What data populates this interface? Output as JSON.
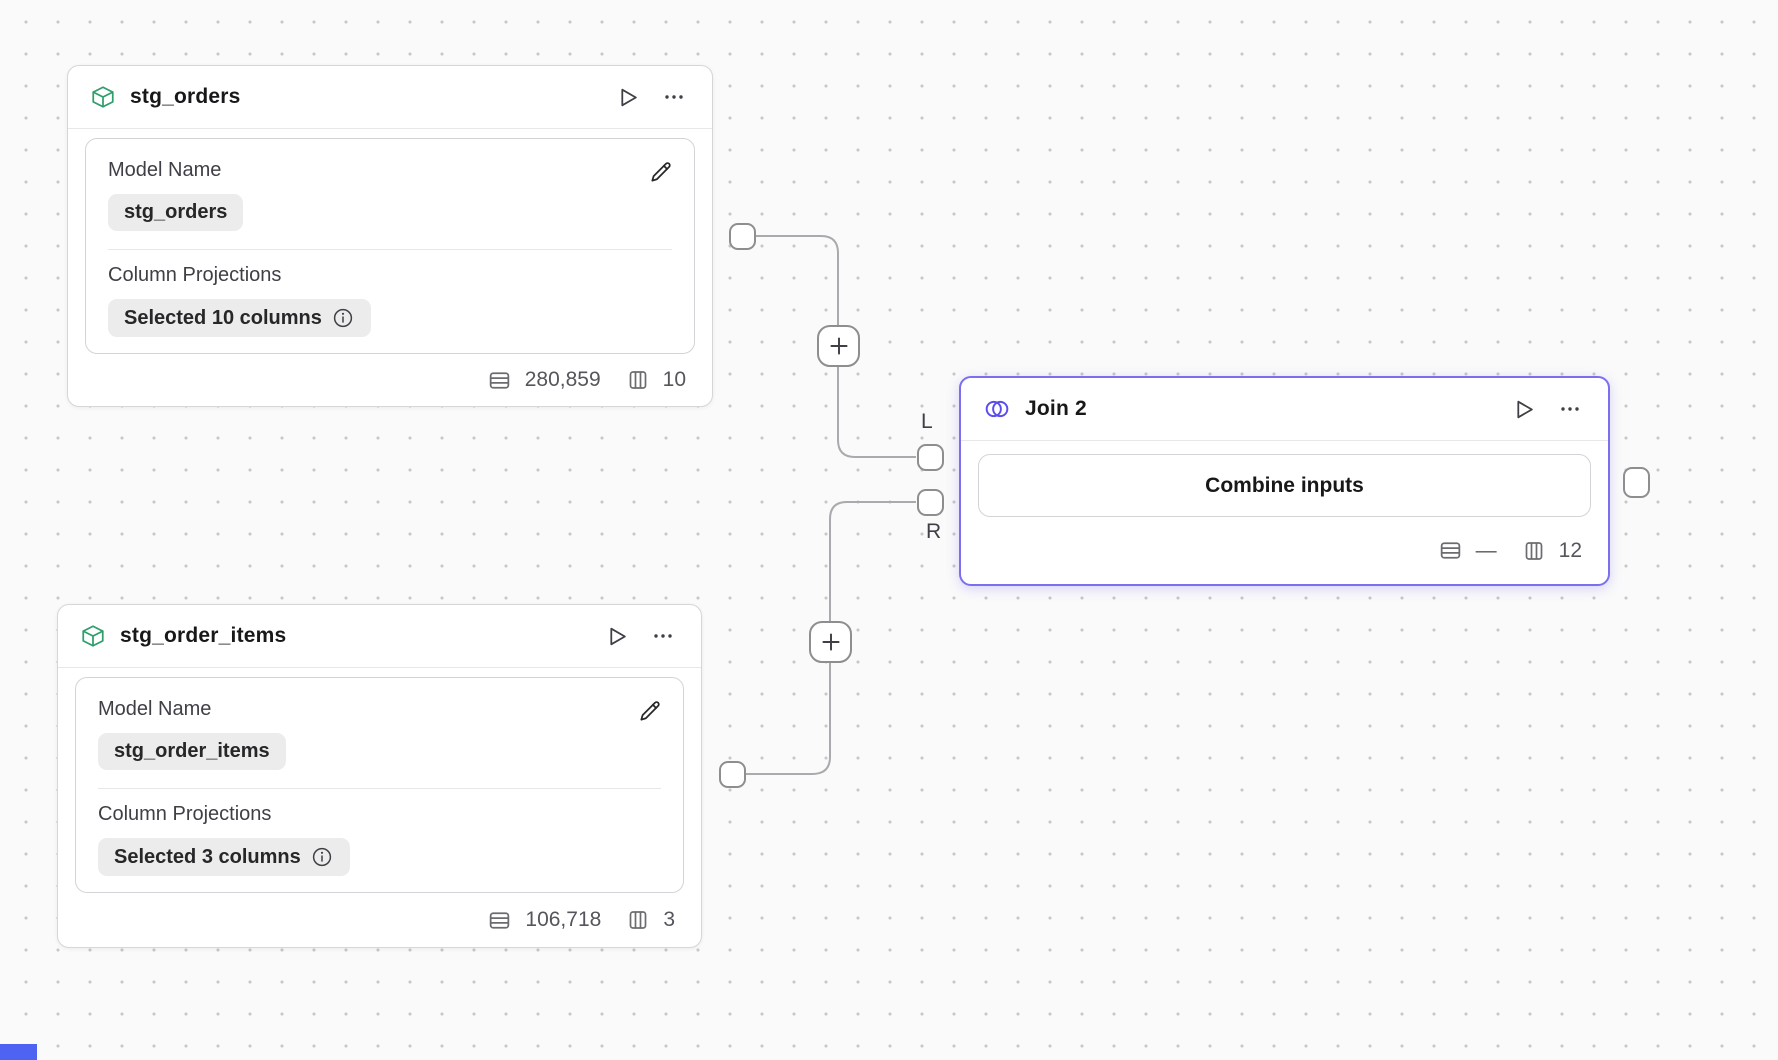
{
  "canvas": {
    "background": "#fafafa",
    "dot_color": "#c9c9c9"
  },
  "colors": {
    "node_border": "#d6d6d6",
    "join_accent": "#7b6ff0",
    "model_icon_green": "#2e9e6a",
    "join_icon_indigo": "#5a4df0",
    "edge_gray": "#aaaaae",
    "fragment_blue": "#4f63f2"
  },
  "nodes": {
    "stg_orders": {
      "title": "stg_orders",
      "model_name_label": "Model Name",
      "model_name_value": "stg_orders",
      "column_projections_label": "Column Projections",
      "column_projections_value": "Selected 10 columns",
      "row_count": "280,859",
      "column_count": "10"
    },
    "stg_order_items": {
      "title": "stg_order_items",
      "model_name_label": "Model Name",
      "model_name_value": "stg_order_items",
      "column_projections_label": "Column Projections",
      "column_projections_value": "Selected 3 columns",
      "row_count": "106,718",
      "column_count": "3"
    },
    "join": {
      "title": "Join 2",
      "combine_button_label": "Combine inputs",
      "row_count": "—",
      "column_count": "12",
      "left_port_label": "L",
      "right_port_label": "R"
    }
  }
}
